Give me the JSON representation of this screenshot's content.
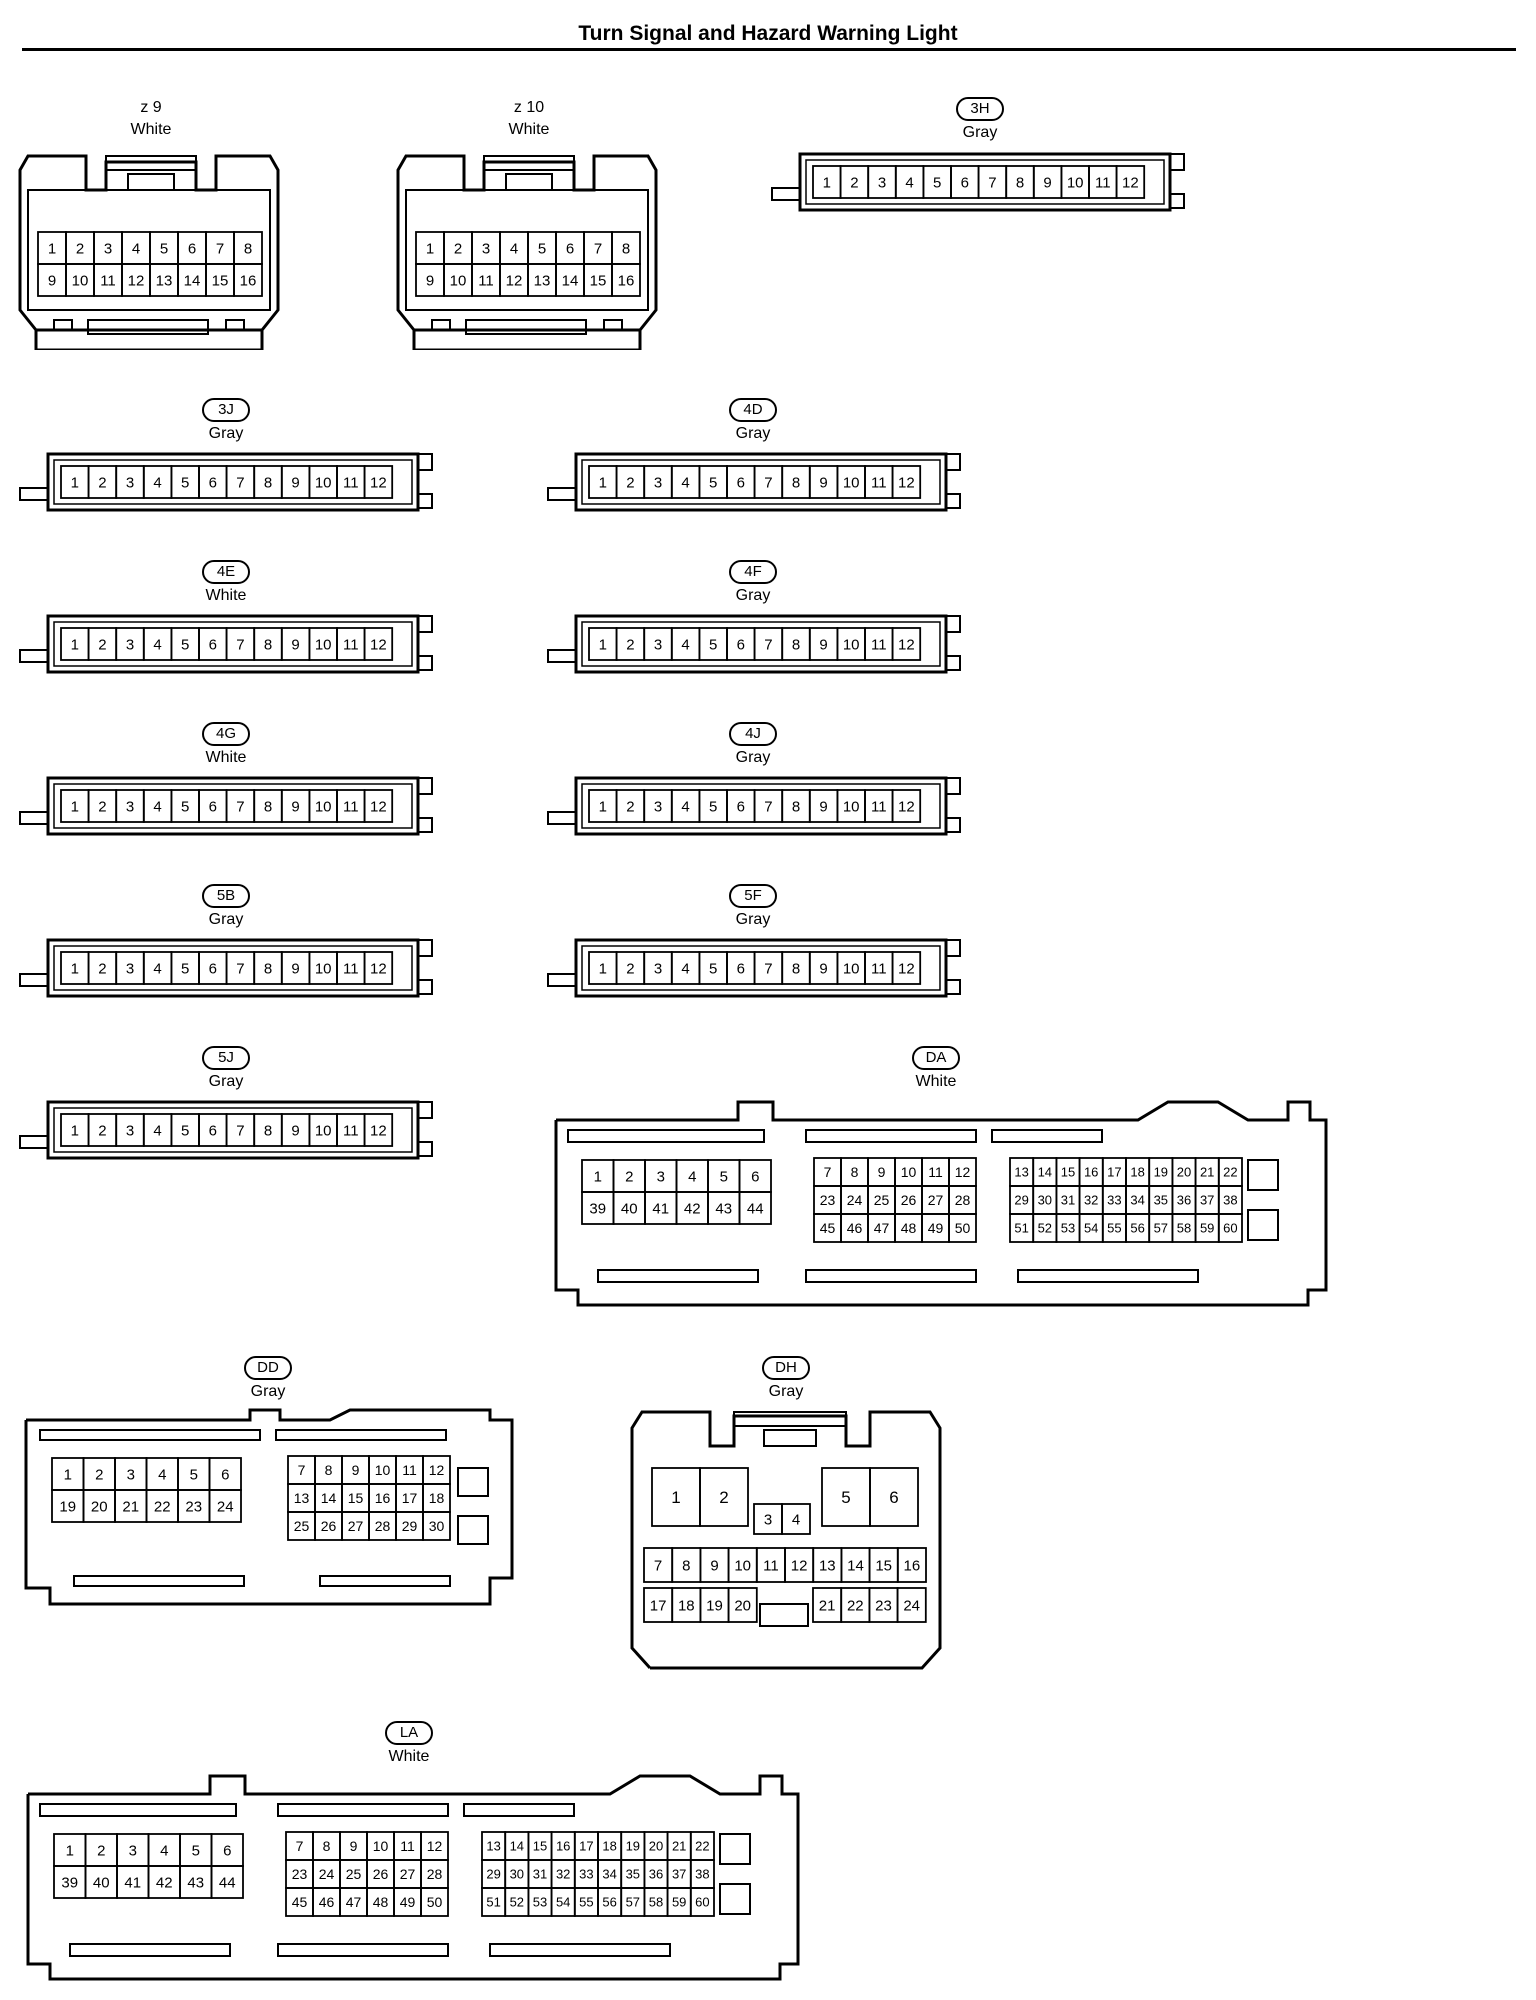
{
  "title": "Turn Signal and Hazard Warning Light",
  "connectors": {
    "z9": {
      "code": "z 9",
      "color": "White",
      "style": "plain",
      "pins": [
        [
          "1",
          "2",
          "3",
          "4",
          "5",
          "6",
          "7",
          "8"
        ],
        [
          "9",
          "10",
          "11",
          "12",
          "13",
          "14",
          "15",
          "16"
        ]
      ]
    },
    "z10": {
      "code": "z 10",
      "color": "White",
      "style": "plain",
      "pins": [
        [
          "1",
          "2",
          "3",
          "4",
          "5",
          "6",
          "7",
          "8"
        ],
        [
          "9",
          "10",
          "11",
          "12",
          "13",
          "14",
          "15",
          "16"
        ]
      ]
    },
    "c3H": {
      "code": "3H",
      "color": "Gray",
      "style": "pill",
      "pins": [
        "1",
        "2",
        "3",
        "4",
        "5",
        "6",
        "7",
        "8",
        "9",
        "10",
        "11",
        "12"
      ]
    },
    "c3J": {
      "code": "3J",
      "color": "Gray",
      "style": "pill",
      "pins": [
        "1",
        "2",
        "3",
        "4",
        "5",
        "6",
        "7",
        "8",
        "9",
        "10",
        "11",
        "12"
      ]
    },
    "c4D": {
      "code": "4D",
      "color": "Gray",
      "style": "pill",
      "pins": [
        "1",
        "2",
        "3",
        "4",
        "5",
        "6",
        "7",
        "8",
        "9",
        "10",
        "11",
        "12"
      ]
    },
    "c4E": {
      "code": "4E",
      "color": "White",
      "style": "pill",
      "pins": [
        "1",
        "2",
        "3",
        "4",
        "5",
        "6",
        "7",
        "8",
        "9",
        "10",
        "11",
        "12"
      ]
    },
    "c4F": {
      "code": "4F",
      "color": "Gray",
      "style": "pill",
      "pins": [
        "1",
        "2",
        "3",
        "4",
        "5",
        "6",
        "7",
        "8",
        "9",
        "10",
        "11",
        "12"
      ]
    },
    "c4G": {
      "code": "4G",
      "color": "White",
      "style": "pill",
      "pins": [
        "1",
        "2",
        "3",
        "4",
        "5",
        "6",
        "7",
        "8",
        "9",
        "10",
        "11",
        "12"
      ]
    },
    "c4J": {
      "code": "4J",
      "color": "Gray",
      "style": "pill",
      "pins": [
        "1",
        "2",
        "3",
        "4",
        "5",
        "6",
        "7",
        "8",
        "9",
        "10",
        "11",
        "12"
      ]
    },
    "c5B": {
      "code": "5B",
      "color": "Gray",
      "style": "pill",
      "pins": [
        "1",
        "2",
        "3",
        "4",
        "5",
        "6",
        "7",
        "8",
        "9",
        "10",
        "11",
        "12"
      ]
    },
    "c5F": {
      "code": "5F",
      "color": "Gray",
      "style": "pill",
      "pins": [
        "1",
        "2",
        "3",
        "4",
        "5",
        "6",
        "7",
        "8",
        "9",
        "10",
        "11",
        "12"
      ]
    },
    "c5J": {
      "code": "5J",
      "color": "Gray",
      "style": "pill",
      "pins": [
        "1",
        "2",
        "3",
        "4",
        "5",
        "6",
        "7",
        "8",
        "9",
        "10",
        "11",
        "12"
      ]
    },
    "cDA": {
      "code": "DA",
      "color": "White",
      "style": "pill",
      "groups": [
        [
          [
            "1",
            "2",
            "3",
            "4",
            "5",
            "6"
          ],
          [
            "39",
            "40",
            "41",
            "42",
            "43",
            "44"
          ]
        ],
        [
          [
            "7",
            "8",
            "9",
            "10",
            "11",
            "12"
          ],
          [
            "23",
            "24",
            "25",
            "26",
            "27",
            "28"
          ],
          [
            "45",
            "46",
            "47",
            "48",
            "49",
            "50"
          ]
        ],
        [
          [
            "13",
            "14",
            "15",
            "16",
            "17",
            "18",
            "19",
            "20",
            "21",
            "22"
          ],
          [
            "29",
            "30",
            "31",
            "32",
            "33",
            "34",
            "35",
            "36",
            "37",
            "38"
          ],
          [
            "51",
            "52",
            "53",
            "54",
            "55",
            "56",
            "57",
            "58",
            "59",
            "60"
          ]
        ]
      ]
    },
    "cDD": {
      "code": "DD",
      "color": "Gray",
      "style": "pill",
      "groups": [
        [
          [
            "1",
            "2",
            "3",
            "4",
            "5",
            "6"
          ],
          [
            "19",
            "20",
            "21",
            "22",
            "23",
            "24"
          ]
        ],
        [
          [
            "7",
            "8",
            "9",
            "10",
            "11",
            "12"
          ],
          [
            "13",
            "14",
            "15",
            "16",
            "17",
            "18"
          ],
          [
            "25",
            "26",
            "27",
            "28",
            "29",
            "30"
          ]
        ]
      ]
    },
    "cDH": {
      "code": "DH",
      "color": "Gray",
      "style": "pill",
      "pins": [
        "1",
        "2",
        "3",
        "4",
        "5",
        "6",
        "7",
        "8",
        "9",
        "10",
        "11",
        "12",
        "13",
        "14",
        "15",
        "16",
        "17",
        "18",
        "19",
        "20",
        "21",
        "22",
        "23",
        "24"
      ]
    },
    "cLA": {
      "code": "LA",
      "color": "White",
      "style": "pill",
      "groups": [
        [
          [
            "1",
            "2",
            "3",
            "4",
            "5",
            "6"
          ],
          [
            "39",
            "40",
            "41",
            "42",
            "43",
            "44"
          ]
        ],
        [
          [
            "7",
            "8",
            "9",
            "10",
            "11",
            "12"
          ],
          [
            "23",
            "24",
            "25",
            "26",
            "27",
            "28"
          ],
          [
            "45",
            "46",
            "47",
            "48",
            "49",
            "50"
          ]
        ],
        [
          [
            "13",
            "14",
            "15",
            "16",
            "17",
            "18",
            "19",
            "20",
            "21",
            "22"
          ],
          [
            "29",
            "30",
            "31",
            "32",
            "33",
            "34",
            "35",
            "36",
            "37",
            "38"
          ],
          [
            "51",
            "52",
            "53",
            "54",
            "55",
            "56",
            "57",
            "58",
            "59",
            "60"
          ]
        ]
      ]
    }
  }
}
